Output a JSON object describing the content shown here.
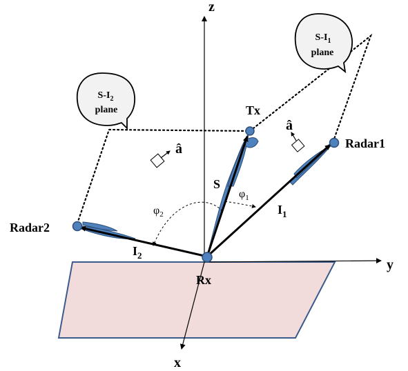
{
  "axes": {
    "z": "z",
    "y": "y",
    "x": "x"
  },
  "points": {
    "tx": "Tx",
    "rx": "Rx",
    "radar1": "Radar1",
    "radar2": "Radar2"
  },
  "vectors": {
    "s": "S",
    "i1_main": "I",
    "i1_sub": "1",
    "i2_main": "I",
    "i2_sub": "2"
  },
  "angles": {
    "phi1_main": "φ",
    "phi1_sub": "1",
    "phi2_main": "φ",
    "phi2_sub": "2"
  },
  "normals": {
    "a_hat": "â"
  },
  "callouts": {
    "plane1_line1_pre": "S-I",
    "plane1_line1_sub": "1",
    "plane1_line2": "plane",
    "plane2_line1_pre": "S-I",
    "plane2_line1_sub": "2",
    "plane2_line2": "plane"
  },
  "colors": {
    "ground_fill": "#f2dcdb",
    "ground_stroke": "#3a5a8c",
    "node": "#4f81bd",
    "node_stroke": "#2c4d75",
    "beam": "#4f81bd",
    "line": "#000000"
  }
}
